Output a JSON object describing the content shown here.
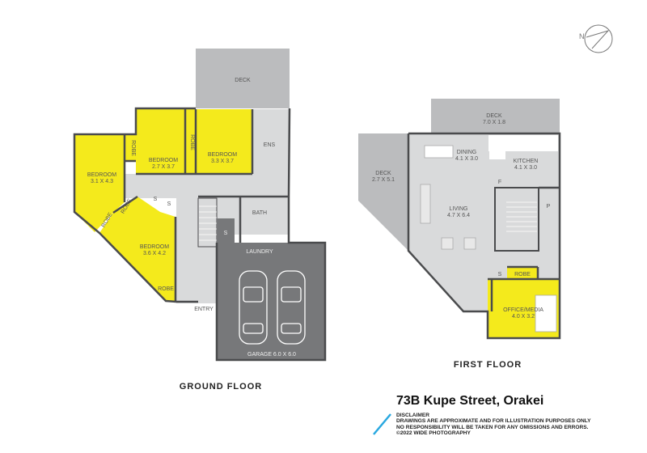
{
  "ground_floor": {
    "title": "GROUND FLOOR",
    "rooms": {
      "deck": "DECK",
      "bedroom1": "BEDROOM",
      "bedroom1_size": "3.1 X 4.3",
      "bedroom2": "BEDROOM",
      "bedroom2_size": "2.7 X 3.7",
      "bedroom3": "BEDROOM",
      "bedroom3_size": "3.3 X 3.7",
      "bedroom4": "BEDROOM",
      "bedroom4_size": "3.6 X 4.2",
      "robe": "ROBE",
      "ens": "ENS",
      "bath": "BATH",
      "storage": "S",
      "laundry": "LAUNDRY",
      "entry": "ENTRY",
      "garage": "GARAGE 6.0 X 6.0",
      "w": "W"
    }
  },
  "first_floor": {
    "title": "FIRST FLOOR",
    "rooms": {
      "deck_top": "DECK",
      "deck_top_size": "7.0 X 1.8",
      "deck_left": "DECK",
      "deck_left_size": "2.7 X 5.1",
      "dining": "DINING",
      "dining_size": "4.1 X 3.0",
      "kitchen": "KITCHEN",
      "kitchen_size": "4.1 X 3.0",
      "living": "LIVING",
      "living_size": "4.7 X 6.4",
      "office": "OFFICE/MEDIA",
      "office_size": "4.0 X 3.2",
      "robe": "ROBE",
      "storage": "S",
      "pantry": "P",
      "fridge": "F"
    }
  },
  "footer": {
    "address": "73B Kupe Street, Orakei",
    "disclaimer_heading": "DISCLAIMER",
    "disclaimer_line1": "DRAWINGS ARE APPROXIMATE AND FOR ILLUSTRATION PURPOSES ONLY",
    "disclaimer_line2": "NO RESPONSIBILITY WILL BE TAKEN FOR ANY OMISSIONS AND ERRORS.",
    "copyright": "©2022 WIDE PHOTOGRAPHY"
  },
  "compass": {
    "icon": "north-arrow-icon",
    "letter": "N"
  },
  "colors": {
    "bedroom": "#f4ea1c",
    "deck": "#bbbcbe",
    "floor": "#d9dadb",
    "garage": "#77787a",
    "wall": "#4a4b4d",
    "accent": "#29a8e0"
  }
}
